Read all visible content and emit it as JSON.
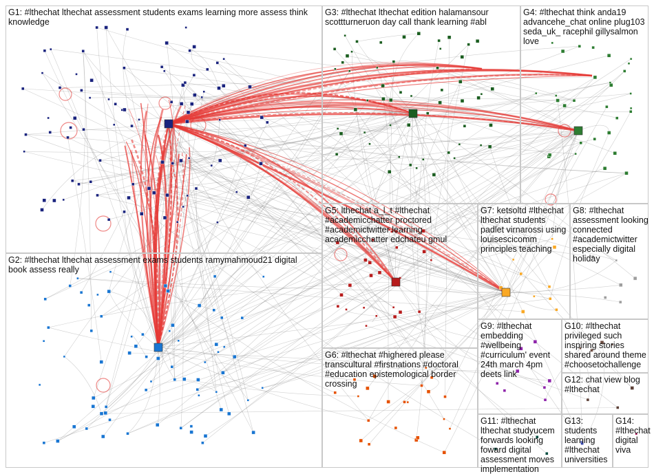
{
  "groups": [
    {
      "id": "G1",
      "label": "G1: #lthechat lthechat assessment students exams learning more assess think knowledge",
      "color": "#1a237e"
    },
    {
      "id": "G2",
      "label": "G2: #lthechat lthechat assessment exams students ramymahmoud21 digital book assess really",
      "color": "#1976d2"
    },
    {
      "id": "G3",
      "label": "G3: #lthechat lthechat edition halamansour scottturneruon day call thank learning #abl",
      "color": "#1b5e20"
    },
    {
      "id": "G4",
      "label": "G4: #lthechat think anda19 advancehe_chat online plug103 seda_uk_ racephil gillysalmon love",
      "color": "#2e7d32"
    },
    {
      "id": "G5",
      "label": "G5: lthechat a_l_t #lthechat #academicchatter proctored #academictwitter learning academicchatter edchateu gmul",
      "color": "#b71c1c"
    },
    {
      "id": "G6",
      "label": "G6: #lthechat #highered please transcultural #firstnations #doctoral #education epistemological border crossing",
      "color": "#e65100"
    },
    {
      "id": "G7",
      "label": "G7: ketsoltd #lthechat lthechat students padlet virnarossi using louisescicomm principles teaching",
      "color": "#f9a825"
    },
    {
      "id": "G8",
      "label": "G8: #lthechat assessment looking connected #academictwitter especially digital holiday",
      "color": "#9e9e9e"
    },
    {
      "id": "G9",
      "label": "G9: #lthechat embedding #wellbeing #curriculum' event 24th march 4pm deets link",
      "color": "#8e24aa"
    },
    {
      "id": "G10",
      "label": "G10: #lthechat privileged such inspiring stories shared around theme #choosetochallenge",
      "color": "#6d4c41"
    },
    {
      "id": "G11",
      "label": "G11: #lthechat lthechat studyucem forwards looking foward digital assessment moves implementation",
      "color": "#5d4037"
    },
    {
      "id": "G12",
      "label": "G12: chat view blog #lthechat",
      "color": "#004d40"
    },
    {
      "id": "G13",
      "label": "G13: students learning #lthechat universities",
      "color": "#3949ab"
    },
    {
      "id": "G14",
      "label": "G14: #lthechat digital viva",
      "color": "#ad1457"
    }
  ],
  "colors": {
    "edge": "#777777",
    "highlight_edge": "#e53935",
    "panel_border": "#c8c8c8"
  }
}
